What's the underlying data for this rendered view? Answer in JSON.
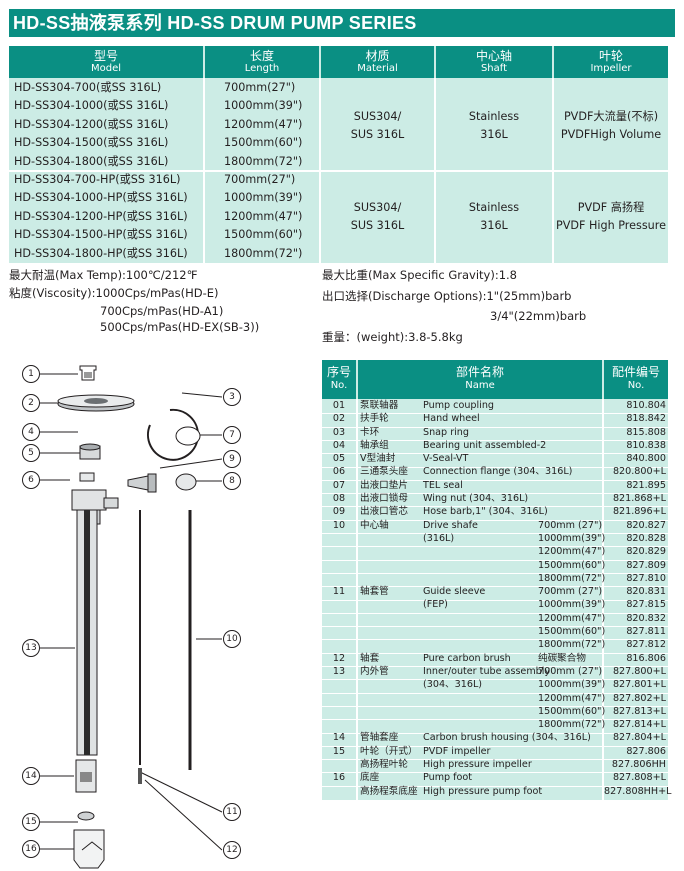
{
  "title": "HD-SS抽液泵系列 HD-SS DRUM PUMP SERIES",
  "spec": {
    "headers": [
      {
        "cn": "型号",
        "en": "Model"
      },
      {
        "cn": "长度",
        "en": "Length"
      },
      {
        "cn": "材质",
        "en": "Material"
      },
      {
        "cn": "中心轴",
        "en": "Shaft"
      },
      {
        "cn": "叶轮",
        "en": "Impeller"
      }
    ],
    "models": [
      "HD-SS304-700(或SS 316L)",
      "HD-SS304-1000(或SS 316L)",
      "HD-SS304-1200(或SS 316L)",
      "HD-SS304-1500(或SS 316L)",
      "HD-SS304-1800(或SS 316L)",
      "HD-SS304-700-HP(或SS 316L)",
      "HD-SS304-1000-HP(或SS 316L)",
      "HD-SS304-1200-HP(或SS 316L)",
      "HD-SS304-1500-HP(或SS 316L)",
      "HD-SS304-1800-HP(或SS 316L)"
    ],
    "lengths": [
      "700mm(27\")",
      "1000mm(39\")",
      "1200mm(47\")",
      "1500mm(60\")",
      "1800mm(72\")",
      "700mm(27\")",
      "1000mm(39\")",
      "1200mm(47\")",
      "1500mm(60\")",
      "1800mm(72\")"
    ],
    "groups": [
      {
        "material": "SUS304/\nSUS 316L",
        "shaft": "Stainless\n316L",
        "impeller": "PVDF大流量(不标)\nPVDFHigh Volume"
      },
      {
        "material": "SUS304/\nSUS 316L",
        "shaft": "Stainless\n316L",
        "impeller": "PVDF 高扬程\nPVDF High Pressure"
      }
    ]
  },
  "notes": {
    "max_temp": "最大耐温(Max Temp):100℃/212℉",
    "viscosity_1": "粘度(Viscosity):1000Cps/mPas(HD-E)",
    "viscosity_2": "700Cps/mPas(HD-A1)",
    "viscosity_3": "500Cps/mPas(HD-EX(SB-3))",
    "gravity": "最大比重(Max Specific Gravity):1.8",
    "discharge_1": "出口选择(Discharge Options):1\"(25mm)barb",
    "discharge_2": "3/4\"(22mm)barb",
    "weight": "重量：(weight):3.8-5.8kg"
  },
  "parts": {
    "headers": [
      {
        "cn": "序号",
        "en": "No."
      },
      {
        "cn": "部件名称",
        "en": "Name"
      },
      {
        "cn": "配件编号",
        "en": "No."
      }
    ],
    "no": [
      "01",
      "02",
      "03",
      "04",
      "05",
      "06",
      "07",
      "08",
      "09",
      "10",
      "",
      "",
      "",
      "",
      "11",
      "",
      "",
      "",
      "",
      "12",
      "13",
      "",
      "",
      "",
      "",
      "14",
      "15",
      "",
      "16",
      ""
    ],
    "cn": [
      "泵联轴器",
      "扶手轮",
      "卡环",
      "轴承组",
      "V型油封",
      "三通泵头座",
      "出液口垫片",
      "出液口锁母",
      "出液口管芯",
      "中心轴",
      "",
      "",
      "",
      "",
      "轴套管",
      "",
      "",
      "",
      "",
      "轴套",
      "内外管",
      "",
      "",
      "",
      "",
      "管轴套座",
      "叶轮（开式）",
      "高扬程叶轮",
      "底座",
      "高扬程泵底座"
    ],
    "en": [
      "Pump coupling",
      "Hand wheel",
      "Snap ring",
      "Bearing unit assembled-2",
      "V-Seal-VT",
      "Connection flange (304、316L)",
      "TEL seal",
      "Wing nut (304、316L)",
      "Hose barb,1\" (304、316L)",
      "Drive shafe",
      "(316L)",
      "",
      "",
      "",
      "Guide sleeve",
      "(FEP)",
      "",
      "",
      "",
      "Pure carbon brush",
      "Inner/outer tube assembly",
      "(304、316L)",
      "",
      "",
      "",
      "Carbon brush housing (304、316L)",
      "PVDF impeller",
      "High pressure impeller",
      "Pump foot",
      "High pressure pump foot"
    ],
    "size": [
      "",
      "",
      "",
      "",
      "",
      "",
      "",
      "",
      "",
      "700mm (27\")",
      "1000mm(39\")",
      "1200mm(47\")",
      "1500mm(60\")",
      "1800mm(72\")",
      "700mm (27\")",
      "1000mm(39\")",
      "1200mm(47\")",
      "1500mm(60\")",
      "1800mm(72\")",
      "纯碳聚合物",
      "700mm (27\")",
      "1000mm(39\")",
      "1200mm(47\")",
      "1500mm(60\")",
      "1800mm(72\")",
      "",
      "",
      "",
      "",
      ""
    ],
    "code": [
      "810.804",
      "818.842",
      "815.808",
      "810.838",
      "840.800",
      "820.800+L",
      "821.895",
      "821.868+L",
      "821.896+L",
      "820.827",
      "820.828",
      "820.829",
      "827.809",
      "827.810",
      "820.831",
      "827.815",
      "820.832",
      "827.811",
      "827.812",
      "816.806",
      "827.800+L",
      "827.801+L",
      "827.802+L",
      "827.813+L",
      "827.814+L",
      "827.804+L",
      "827.806",
      "827.806HH",
      "827.808+L",
      "827.808HH+L"
    ]
  },
  "diagram": {
    "labels": [
      "1",
      "2",
      "3",
      "4",
      "5",
      "6",
      "7",
      "8",
      "9",
      "10",
      "11",
      "12",
      "13",
      "14",
      "15",
      "16"
    ]
  }
}
